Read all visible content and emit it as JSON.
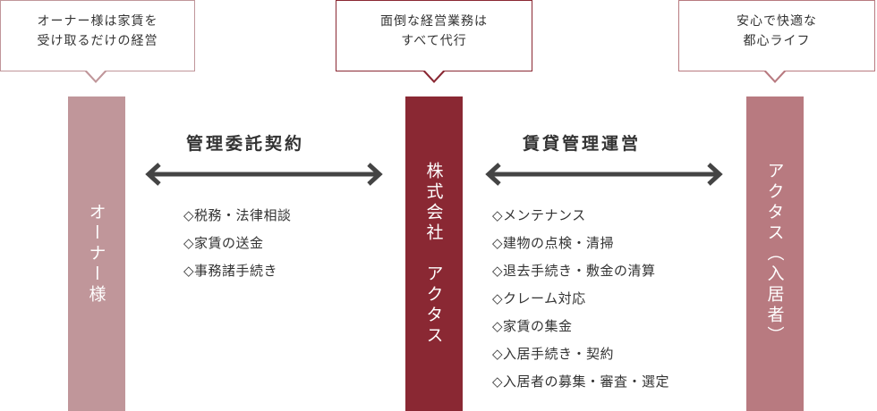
{
  "bubbles": {
    "owner": [
      "オーナー様は家賃を",
      "受け取るだけの経営"
    ],
    "company": [
      "面倒な経営業務は",
      "すべて代行"
    ],
    "tenant": [
      "安心で快適な",
      "都心ライフ"
    ]
  },
  "columns": {
    "owner": "オーナー様",
    "company": "株式会社　アクタス",
    "tenant": "アクタス（入居者）"
  },
  "contracts": {
    "left": {
      "heading": "管理委託契約",
      "items": [
        "◇税務・法律相談",
        "◇家賃の送金",
        "◇事務諸手続き"
      ]
    },
    "right": {
      "heading": "賃貸管理運営",
      "items": [
        "◇メンテナンス",
        "◇建物の点検・清掃",
        "◇退去手続き・敷金の清算",
        "◇クレーム対応",
        "◇家賃の集金",
        "◇入居手続き・契約",
        "◇入居者の募集・審査・選定"
      ]
    }
  },
  "colors": {
    "owner": "#c0969a",
    "company": "#8a2833",
    "tenant": "#b87a80",
    "arrow": "#444444"
  }
}
